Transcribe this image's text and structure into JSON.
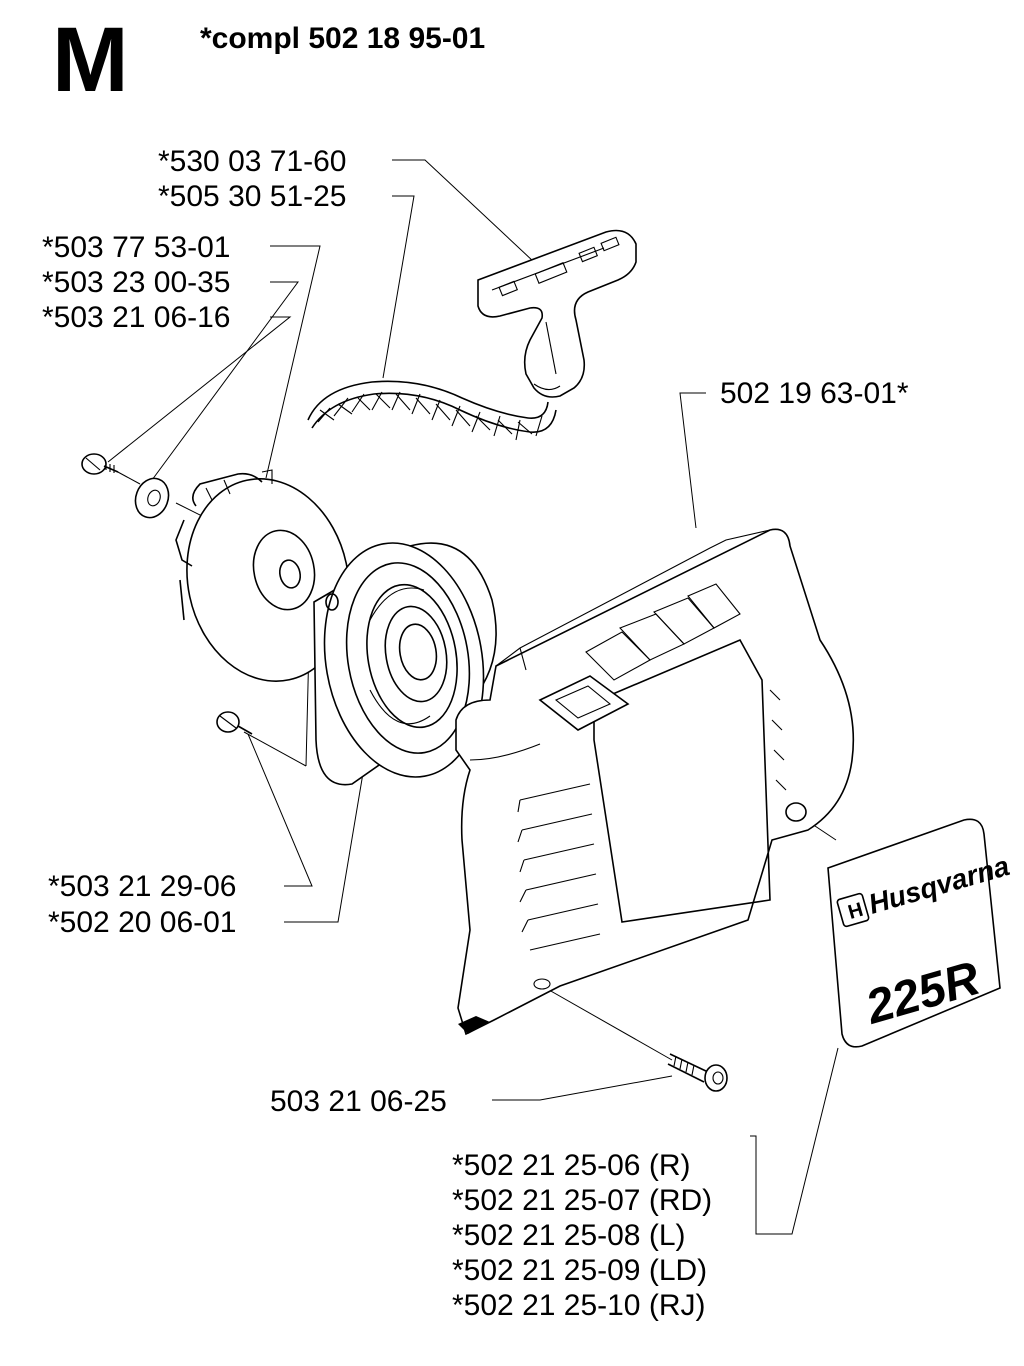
{
  "header": {
    "section_letter": "M",
    "compl_label": "*compl 502 18 95-01"
  },
  "part_numbers": {
    "handle": "*530 03 71-60",
    "rope": "*505 30 51-25",
    "pulley": "*503 77 53-01",
    "washer": "*503 23 00-35",
    "center_screw": "*503 21 06-16",
    "cover": "502 19 63-01*",
    "housing_screw": "*503 21 29-06",
    "spring_housing": "*502 20 06-01",
    "cover_screw": "503 21 06-25",
    "decals": [
      "*502 21 25-06 (R)",
      "*502 21 25-07 (RD)",
      "*502 21 25-08 (L)",
      "*502 21 25-09 (LD)",
      "*502 21 25-10 (RJ)"
    ]
  },
  "decal": {
    "brand": "Husqvarna",
    "model": "225R"
  }
}
